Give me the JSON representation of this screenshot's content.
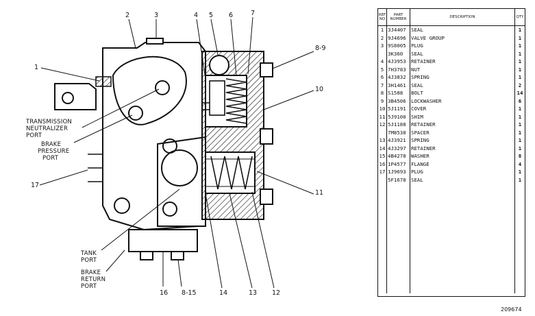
{
  "diagram": {
    "callouts": [
      "1",
      "2",
      "3",
      "4",
      "5",
      "6",
      "7",
      "8-9",
      "10",
      "11",
      "12",
      "13",
      "14",
      "8-15",
      "16",
      "17"
    ],
    "ports": {
      "transmission_neutralizer": [
        "TRANSMISSION",
        "NEUTRALIZER",
        "PORT"
      ],
      "brake_pressure": [
        "BRAKE",
        "PRESSURE",
        "PORT"
      ],
      "tank": [
        "TANK",
        "PORT"
      ],
      "brake_return": [
        "BRAKE",
        "RETURN",
        "PORT"
      ]
    }
  },
  "parts_list": {
    "headers": {
      "ref": "REF NO",
      "part": "PART NUMBER",
      "desc": "DESCRIPTION",
      "qty": "QTY"
    },
    "rows": [
      {
        "ref": "1",
        "part": "3J4407",
        "desc": "SEAL",
        "qty": "1"
      },
      {
        "ref": "2",
        "part": "9J4696",
        "desc": "VALVE GROUP",
        "qty": "1"
      },
      {
        "ref": "3",
        "part": "9S8005",
        "desc": "PLUG",
        "qty": "1"
      },
      {
        "ref": "",
        "part": "3K360",
        "desc": "SEAL",
        "qty": "1"
      },
      {
        "ref": "4",
        "part": "4J3953",
        "desc": "RETAINER",
        "qty": "1"
      },
      {
        "ref": "5",
        "part": "7H3783",
        "desc": "NUT",
        "qty": "1"
      },
      {
        "ref": "6",
        "part": "4J3832",
        "desc": "SPRING",
        "qty": "1"
      },
      {
        "ref": "7",
        "part": "3H1461",
        "desc": "SEAL",
        "qty": "2"
      },
      {
        "ref": "8",
        "part": "S1588",
        "desc": "BOLT",
        "qty": "14"
      },
      {
        "ref": "9",
        "part": "3B4506",
        "desc": "LOCKWASHER",
        "qty": "6"
      },
      {
        "ref": "10",
        "part": "5J1191",
        "desc": "COVER",
        "qty": "1"
      },
      {
        "ref": "11",
        "part": "5J9100",
        "desc": "SHIM",
        "qty": "1"
      },
      {
        "ref": "12",
        "part": "5J1188",
        "desc": "RETAINER",
        "qty": "1"
      },
      {
        "ref": "",
        "part": "7M8538",
        "desc": "SPACER",
        "qty": "1"
      },
      {
        "ref": "13",
        "part": "4J3921",
        "desc": "SPRING",
        "qty": "1"
      },
      {
        "ref": "14",
        "part": "4J3297",
        "desc": "RETAINER",
        "qty": "1"
      },
      {
        "ref": "15",
        "part": "4B4278",
        "desc": "WASHER",
        "qty": "8"
      },
      {
        "ref": "16",
        "part": "1P4577",
        "desc": "FLANGE",
        "qty": "4"
      },
      {
        "ref": "17",
        "part": "1J9693",
        "desc": "PLUG",
        "qty": "1"
      },
      {
        "ref": "",
        "part": "5F1678",
        "desc": "SEAL",
        "qty": "1"
      }
    ]
  },
  "drawing_number": "209674"
}
